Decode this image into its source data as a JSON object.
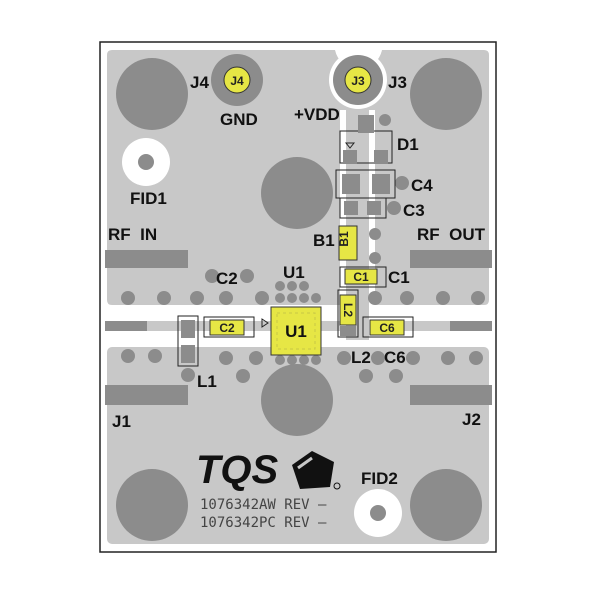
{
  "board": {
    "colors": {
      "copper": "#c8c8c8",
      "pad": "#8c8c8c",
      "part": "#e6e645",
      "outline": "#222222"
    },
    "connectors": {
      "j4": "J4",
      "j3": "J3",
      "j1": "J1",
      "j2": "J2"
    },
    "pad_labels": {
      "j4": "J4",
      "j3": "J3",
      "u1": "U1",
      "c1": "C1",
      "c2": "C2",
      "c6": "C6",
      "b1": "B1",
      "l2": "L2"
    },
    "labels": {
      "gnd": "GND",
      "vdd": "+VDD",
      "d1": "D1",
      "c4": "C4",
      "c3": "C3",
      "fid1": "FID1",
      "fid2": "FID2",
      "rf_in": "RF  IN",
      "rf_out": "RF  OUT",
      "b1": "B1",
      "c1": "C1",
      "c2": "C2",
      "u1": "U1",
      "l1": "L1",
      "l2": "L2",
      "c6": "C6"
    },
    "logo": "TQS",
    "part_numbers": [
      "1076342AW REV –",
      "1076342PC REV –"
    ]
  }
}
